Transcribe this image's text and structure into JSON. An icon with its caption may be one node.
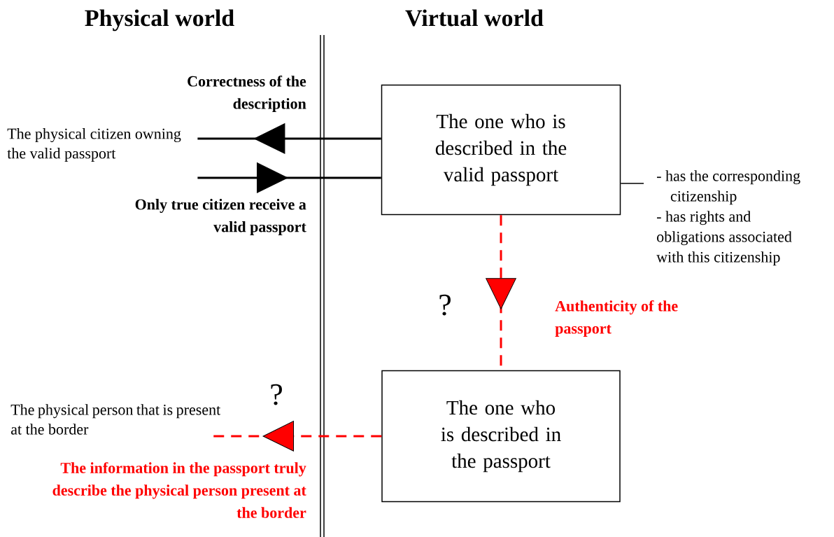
{
  "diagram": {
    "nodes": [
      {
        "text": [
          "The one who is described in the valid passport"
        ]
      },
      {
        "text": [
          "The physical citizen owning the valid passport"
        ]
      },
      {
        "text": [
          "The one who is described in the passport"
        ]
      },
      {
        "text": [
          "The physical person that is present at the border"
        ]
      },
      {
        "text": [
          "- has the corresponding citizenship",
          "- has rights and obligations associated with this citizenship"
        ]
      }
    ],
    "edges": [
      {
        "from": 0,
        "to": 1,
        "arrow": "to",
        "label": "Correctness of the description"
      },
      {
        "from": 1,
        "to": 0,
        "arrow": "to",
        "label": "Only true citizen receive a valid passport"
      },
      {
        "from": 0,
        "to": 2,
        "arrow": "to",
        "label": "Authenticity of the passport",
        "style": "dashed",
        "color": "#ff0000"
      },
      {
        "from": 2,
        "to": 3,
        "arrow": "to",
        "label": "The information in the passport truly describe the physical person present at the border",
        "style": "dashed",
        "color": "#ff0000"
      },
      {
        "from": 0,
        "to": 4,
        "arrow": "none"
      }
    ],
    "labels": [
      "Physical world",
      "Virtual world",
      "?",
      "?"
    ]
  }
}
